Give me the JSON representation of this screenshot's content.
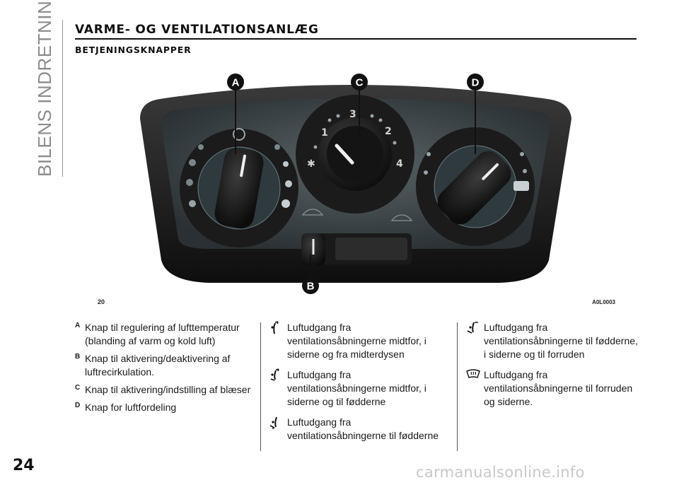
{
  "side": {
    "chapter": "BILENS INDRETNING"
  },
  "header": {
    "title": "VARME- OG VENTILATIONSANLÆG",
    "subtitle": "BETJENINGSKNAPPER"
  },
  "figure": {
    "number": "20",
    "id": "A0L0003",
    "callouts": {
      "a": "A",
      "b": "B",
      "c": "C",
      "d": "D"
    }
  },
  "legend": [
    {
      "label": "A",
      "text": "Knap til regulering af lufttemperatur (blanding af varm og kold luft)"
    },
    {
      "label": "B",
      "text": "Knap til aktivering/deaktivering af luftrecirkulation."
    },
    {
      "label": "C",
      "text": "Knap til aktivering/indstilling af blæser"
    },
    {
      "label": "D",
      "text": "Knap for luftfordeling"
    }
  ],
  "modes": [
    {
      "icon": "vent-center-sides-upper-icon",
      "text": "Luftudgang fra ventilationsåbningerne midtfor, i siderne og fra midterdysen"
    },
    {
      "icon": "vent-center-feet-icon",
      "text": "Luftudgang fra ventilationsåbningerne midtfor, i siderne og til fødderne"
    },
    {
      "icon": "vent-feet-icon",
      "text": "Luftudgang fra ventilationsåbningerne til fødderne"
    },
    {
      "icon": "vent-feet-windshield-icon",
      "text": "Luftudgang fra ventilationsåbningerne til fødderne, i siderne og til forruden"
    },
    {
      "icon": "defrost-windshield-icon",
      "text": "Luftudgang fra ventilationsåbningerne til forruden og siderne."
    }
  ],
  "page": {
    "number": "24"
  },
  "watermark": "carmanualsonline.info"
}
